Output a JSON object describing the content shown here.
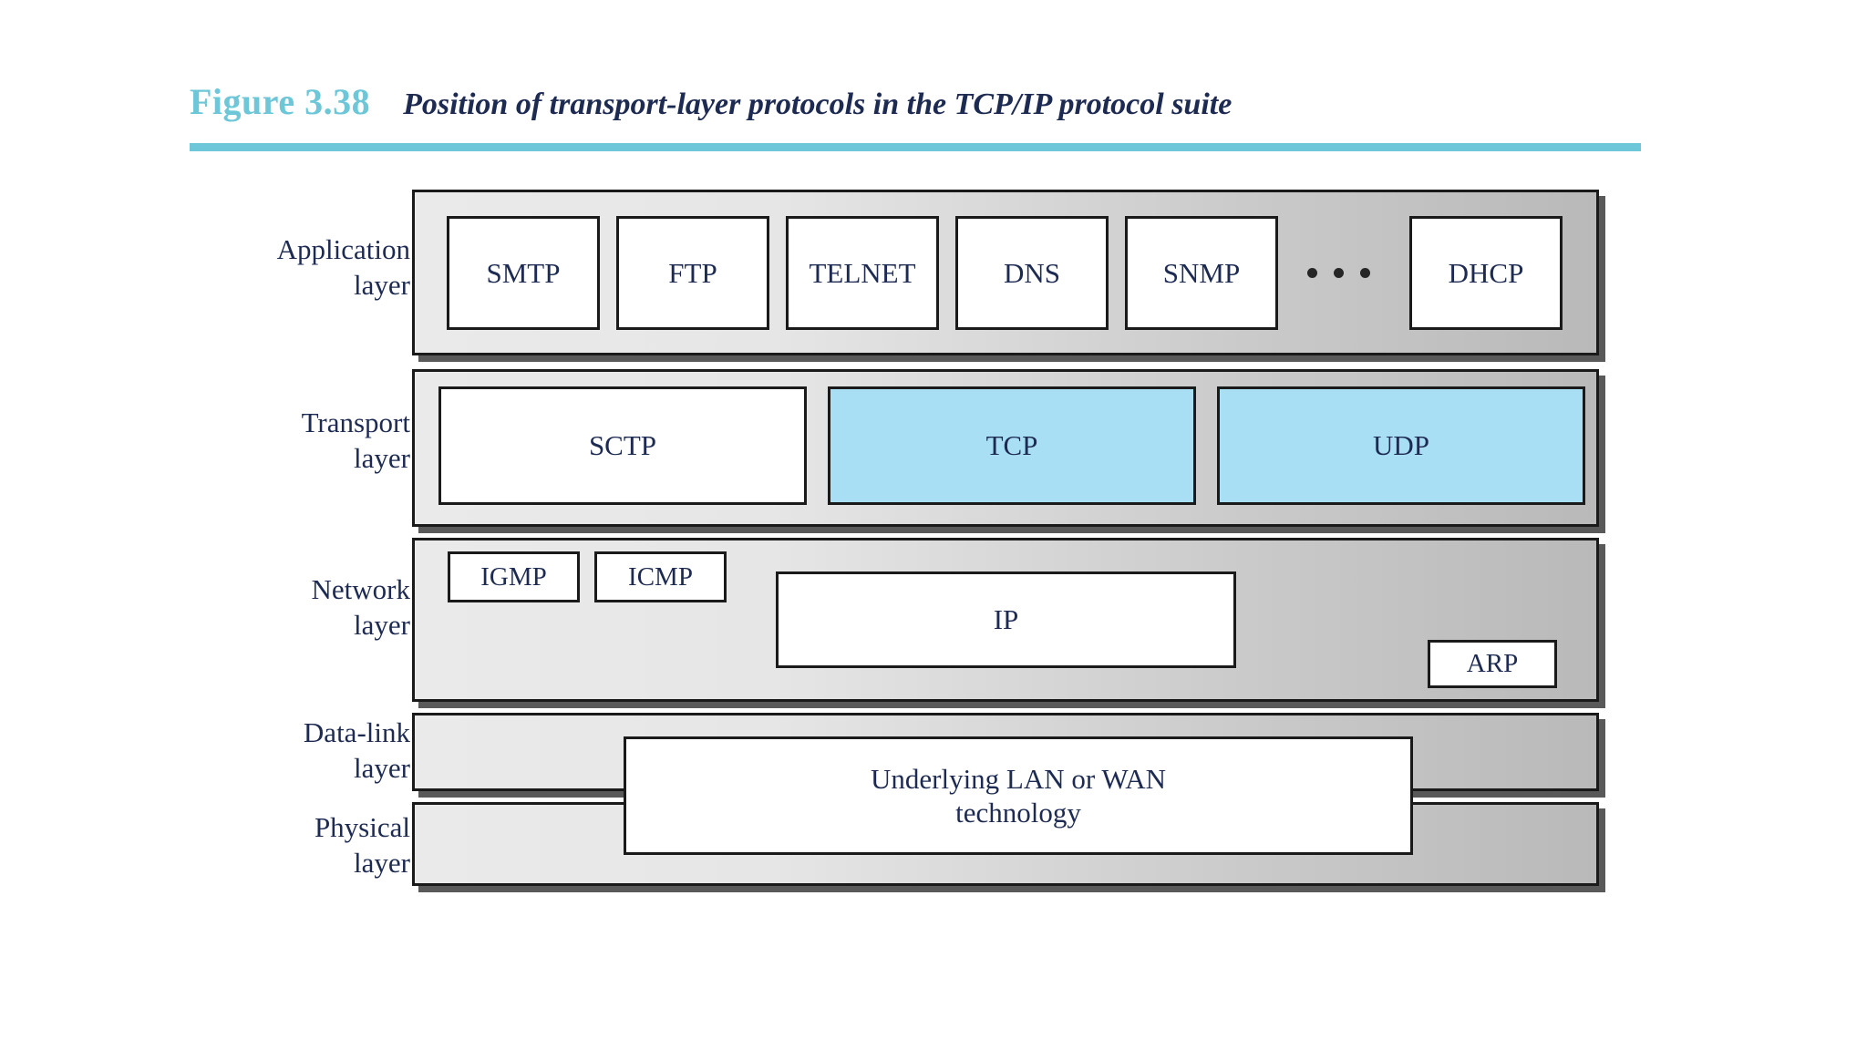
{
  "figure": {
    "number": "Figure 3.38",
    "caption": "Position of transport-layer protocols in the TCP/IP protocol suite",
    "accent_color": "#6dc7d8",
    "caption_color": "#1d2b53"
  },
  "diagram": {
    "type": "layered-protocol-stack",
    "highlight_color": "#a9dff4",
    "band_fill_light": "#eaeaea",
    "band_fill_dark": "#b9b9b9",
    "box_fill": "#ffffff",
    "border_color": "#1a1a1a",
    "ellipsis": "• • •",
    "layers": [
      {
        "key": "application",
        "label_line1": "Application",
        "label_line2": "layer",
        "boxes": [
          {
            "label": "SMTP",
            "highlight": false
          },
          {
            "label": "FTP",
            "highlight": false
          },
          {
            "label": "TELNET",
            "highlight": false
          },
          {
            "label": "DNS",
            "highlight": false
          },
          {
            "label": "SNMP",
            "highlight": false
          },
          {
            "label": "DHCP",
            "highlight": false
          }
        ]
      },
      {
        "key": "transport",
        "label_line1": "Transport",
        "label_line2": "layer",
        "boxes": [
          {
            "label": "SCTP",
            "highlight": false
          },
          {
            "label": "TCP",
            "highlight": true
          },
          {
            "label": "UDP",
            "highlight": true
          }
        ]
      },
      {
        "key": "network",
        "label_line1": "Network",
        "label_line2": "layer",
        "boxes": [
          {
            "label": "IGMP",
            "highlight": false
          },
          {
            "label": "ICMP",
            "highlight": false
          },
          {
            "label": "IP",
            "highlight": false
          },
          {
            "label": "ARP",
            "highlight": false
          }
        ]
      },
      {
        "key": "data-link",
        "label_line1": "Data-link",
        "label_line2": "layer",
        "boxes": []
      },
      {
        "key": "physical",
        "label_line1": "Physical",
        "label_line2": "layer",
        "boxes": []
      }
    ],
    "spanning_box": {
      "label_line1": "Underlying LAN or WAN",
      "label_line2": "technology",
      "spans": [
        "data-link",
        "physical"
      ]
    }
  }
}
